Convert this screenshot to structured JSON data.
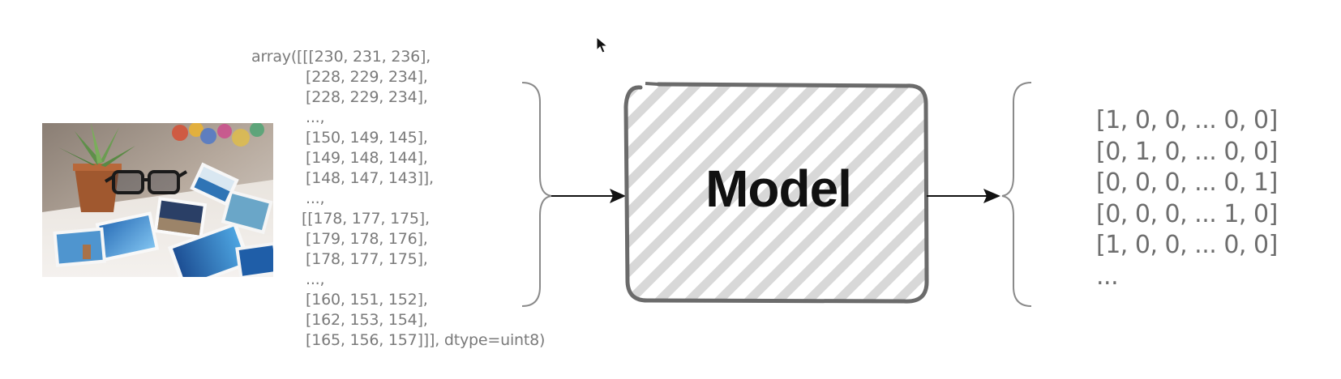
{
  "input_array": {
    "lines": [
      "array([[[230, 231, 236],",
      "[228, 229, 234],",
      "[228, 229, 234],",
      "...,",
      "[150, 149, 145],",
      "[149, 148, 144],",
      "[148, 147, 143]],",
      "...,",
      "[[178, 177, 175],",
      "[179, 178, 176],",
      "[178, 177, 175],",
      "...,",
      "[160, 151, 152],",
      "[162, 153, 154],",
      "[165, 156, 157]]], dtype=uint8)"
    ]
  },
  "model": {
    "label": "Model"
  },
  "output_vectors": {
    "lines": [
      "[1, 0, 0, ... 0, 0]",
      "[0, 1, 0, ... 0, 0]",
      "[0, 0, 0, ... 0, 1]",
      "[0, 0, 0, ... 1, 0]",
      "[1, 0, 0, ... 0, 0]",
      "..."
    ]
  },
  "icons": {
    "photo": "photo-of-desk-with-glasses-and-photos",
    "cursor": "mouse-pointer-icon",
    "arrow": "arrow-right-icon",
    "brace": "curly-brace"
  },
  "colors": {
    "array_text": "#7a7a7a",
    "box_border": "#6b6b6b",
    "hatch": "#d6d6d6",
    "arrow": "#111111"
  }
}
